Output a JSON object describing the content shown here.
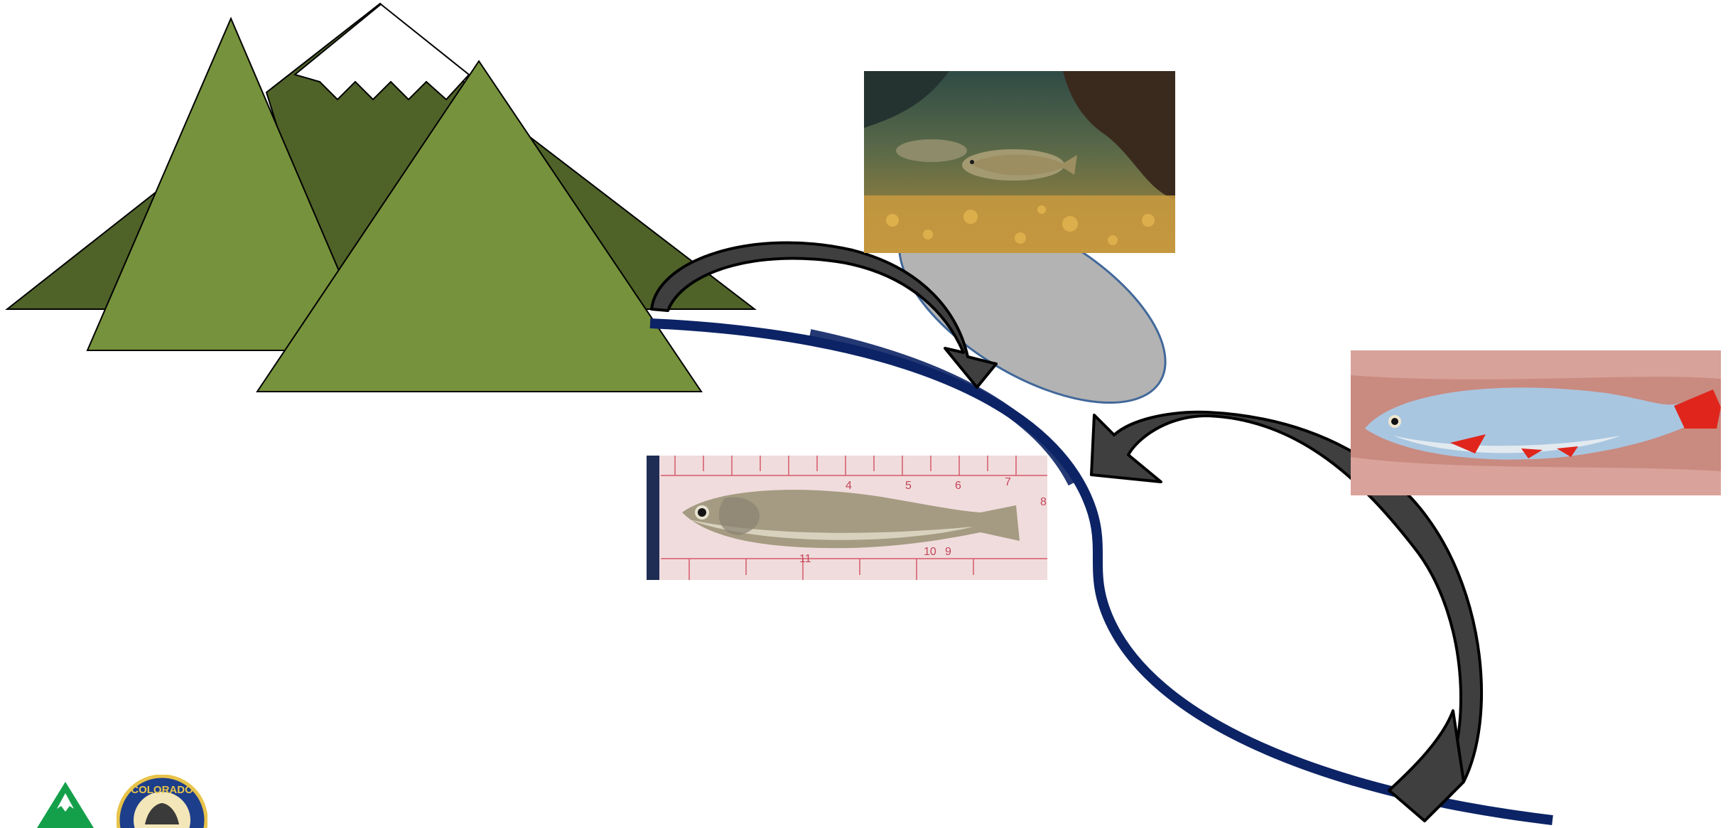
{
  "scene": {
    "colors": {
      "mountain_light": "#76923c",
      "mountain_dark": "#4f6228",
      "snow": "#ffffff",
      "river": "#0c2365",
      "arrow_fill": "#3f3f3f",
      "confluence_fill": "#a6a6a6",
      "confluence_stroke": "#41689a",
      "outline": "#000000"
    },
    "photos": [
      {
        "name": "stream-fish-photo",
        "icon": "underwater-fish-photo"
      },
      {
        "name": "red-finned-fish-photo",
        "icon": "fish-in-hand-photo"
      },
      {
        "name": "minnow-on-ruler-photo",
        "icon": "fish-on-ruler-photo"
      }
    ],
    "ruler_marks": [
      "4",
      "5",
      "6",
      "7",
      "8",
      "9",
      "10",
      "11"
    ],
    "logos": [
      {
        "name": "cpw-mountain-logo",
        "icon": "mountain-logo"
      },
      {
        "name": "colorado-seal-logo",
        "icon": "state-seal-logo",
        "text": "COLORADO"
      }
    ]
  }
}
